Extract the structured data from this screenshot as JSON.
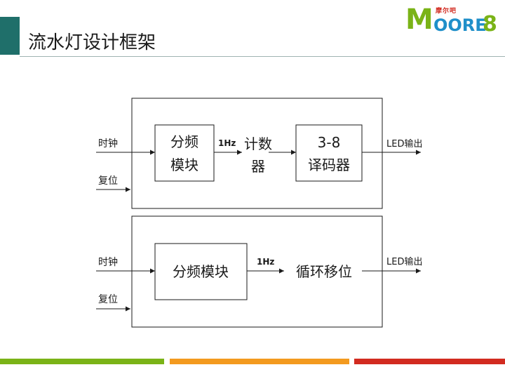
{
  "slide": {
    "title": "流水灯设计框架"
  },
  "logo": {
    "m": "M",
    "sub": "摩尔吧",
    "ore": "OORE",
    "eight": "8"
  },
  "diagram_top": {
    "input_clock": "时钟",
    "input_reset": "复位",
    "divider_line1": "分频",
    "divider_line2": "模块",
    "freq_label": "1Hz",
    "counter_line1": "计数",
    "counter_line2": "器",
    "decoder_line1": "3-8",
    "decoder_line2": "译码器",
    "output_label": "LED输出"
  },
  "diagram_bottom": {
    "input_clock": "时钟",
    "input_reset": "复位",
    "divider": "分频模块",
    "freq_label": "1Hz",
    "shifter": "循环移位",
    "output_label": "LED输出"
  },
  "colors": {
    "title_accent": "#1f6f6a",
    "footer_green": "#7ab317",
    "footer_orange": "#f39a1f",
    "footer_red": "#d22b20",
    "logo_green": "#7ab317",
    "logo_blue": "#1f8fc9"
  }
}
